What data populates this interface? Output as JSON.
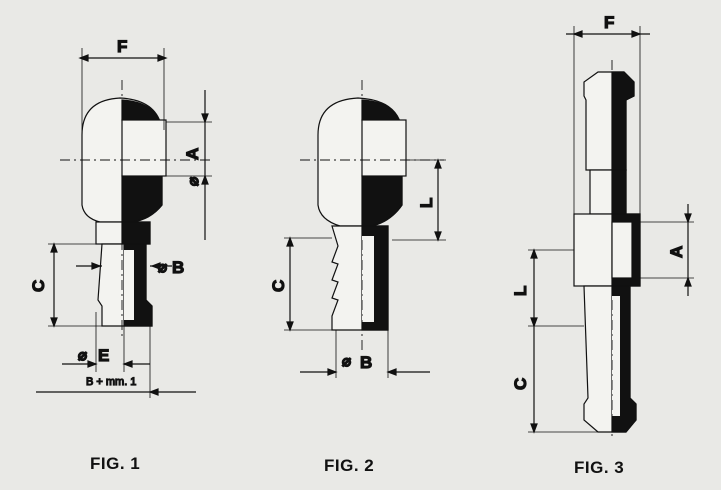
{
  "figures": [
    {
      "caption": "FIG. 1",
      "dimensions": {
        "F": "F",
        "A": "A",
        "diam": "⌀",
        "B": "B",
        "C": "C",
        "E": "E",
        "B_plus": "B + mm. 1"
      }
    },
    {
      "caption": "FIG. 2",
      "dimensions": {
        "L": "L",
        "C": "C",
        "diam": "⌀",
        "B": "B"
      }
    },
    {
      "caption": "FIG. 3",
      "dimensions": {
        "F": "F",
        "A": "A",
        "L": "L",
        "C": "C"
      }
    }
  ]
}
